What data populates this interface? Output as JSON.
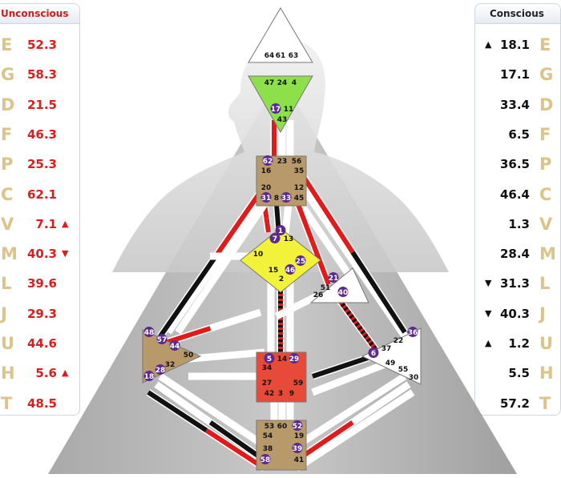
{
  "unconscious": {
    "title": "Unconscious",
    "rows": [
      {
        "letter": "E",
        "value": "52.3",
        "arrow": ""
      },
      {
        "letter": "G",
        "value": "58.3",
        "arrow": ""
      },
      {
        "letter": "D",
        "value": "21.5",
        "arrow": ""
      },
      {
        "letter": "F",
        "value": "46.3",
        "arrow": ""
      },
      {
        "letter": "P",
        "value": "25.3",
        "arrow": ""
      },
      {
        "letter": "C",
        "value": "62.1",
        "arrow": ""
      },
      {
        "letter": "V",
        "value": "7.1",
        "arrow": "▲"
      },
      {
        "letter": "M",
        "value": "40.3",
        "arrow": "▼"
      },
      {
        "letter": "L",
        "value": "39.6",
        "arrow": ""
      },
      {
        "letter": "J",
        "value": "29.3",
        "arrow": ""
      },
      {
        "letter": "U",
        "value": "44.6",
        "arrow": ""
      },
      {
        "letter": "H",
        "value": "5.6",
        "arrow": "▲"
      },
      {
        "letter": "T",
        "value": "48.5",
        "arrow": ""
      }
    ]
  },
  "conscious": {
    "title": "Conscious",
    "rows": [
      {
        "letter": "E",
        "value": "18.1",
        "arrow": "▲"
      },
      {
        "letter": "G",
        "value": "17.1",
        "arrow": ""
      },
      {
        "letter": "D",
        "value": "33.4",
        "arrow": ""
      },
      {
        "letter": "F",
        "value": "6.5",
        "arrow": ""
      },
      {
        "letter": "P",
        "value": "36.5",
        "arrow": ""
      },
      {
        "letter": "C",
        "value": "46.4",
        "arrow": ""
      },
      {
        "letter": "V",
        "value": "1.3",
        "arrow": ""
      },
      {
        "letter": "M",
        "value": "28.4",
        "arrow": ""
      },
      {
        "letter": "L",
        "value": "31.3",
        "arrow": "▼"
      },
      {
        "letter": "J",
        "value": "40.3",
        "arrow": "▼"
      },
      {
        "letter": "U",
        "value": "1.2",
        "arrow": "▲"
      },
      {
        "letter": "H",
        "value": "5.5",
        "arrow": ""
      },
      {
        "letter": "T",
        "value": "57.2",
        "arrow": ""
      }
    ]
  },
  "colors": {
    "red": "#e01b1b",
    "black": "#111111",
    "purple": "#5b2a8c",
    "head_fill": "#ffffff",
    "ajna_fill": "#8ee04a",
    "throat_fill": "#b89a6a",
    "g_fill": "#f2f23a",
    "sacral_fill": "#e84a3a",
    "letter": "#dcc38a"
  },
  "chart": {
    "centers": {
      "head": [
        "64",
        "61",
        "63"
      ],
      "ajna": [
        "47",
        "24",
        "4",
        "17",
        "11",
        "43"
      ],
      "throat": [
        "62",
        "23",
        "56",
        "16",
        "35",
        "20",
        "12",
        "31",
        "8",
        "33",
        "45"
      ],
      "g": [
        "1",
        "7",
        "13",
        "10",
        "15",
        "25",
        "46",
        "2"
      ],
      "ego": [
        "21",
        "51",
        "26",
        "40"
      ],
      "spleen": [
        "48",
        "57",
        "44",
        "50",
        "32",
        "28",
        "18"
      ],
      "sacral": [
        "5",
        "14",
        "29",
        "34",
        "27",
        "59",
        "42",
        "3",
        "9"
      ],
      "solar": [
        "36",
        "22",
        "6",
        "37",
        "49",
        "55",
        "30"
      ],
      "root": [
        "53",
        "60",
        "52",
        "54",
        "19",
        "38",
        "39",
        "58",
        "41"
      ]
    },
    "activated_gates": [
      "17",
      "62",
      "31",
      "33",
      "1",
      "7",
      "25",
      "46",
      "21",
      "40",
      "48",
      "57",
      "44",
      "28",
      "18",
      "5",
      "29",
      "36",
      "6",
      "52",
      "39",
      "58"
    ]
  }
}
